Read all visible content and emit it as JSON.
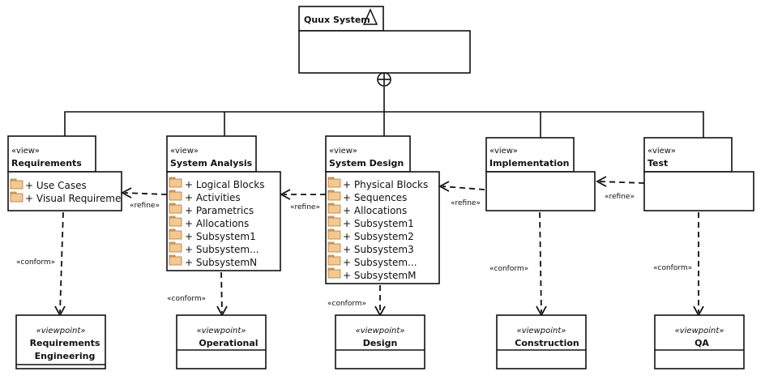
{
  "root": {
    "title": "Quux System"
  },
  "views": [
    {
      "stereotype": "«view»",
      "name": "Requirements",
      "items": [
        "+ Use Cases",
        "+ Visual Requireme"
      ]
    },
    {
      "stereotype": "«view»",
      "name": "System Analysis",
      "items": [
        "+ Logical Blocks",
        "+ Activities",
        "+ Parametrics",
        "+ Allocations",
        "+ Subsystem1",
        "+ Subsystem...",
        "+ SubsystemN"
      ]
    },
    {
      "stereotype": "«view»",
      "name": "System Design",
      "items": [
        "+ Physical Blocks",
        "+ Sequences",
        "+ Allocations",
        "+ Subsystem1",
        "+ Subsystem2",
        "+ Subsystem3",
        "+ Subsystem...",
        "+ SubsystemM"
      ]
    },
    {
      "stereotype": "«view»",
      "name": "Implementation",
      "items": []
    },
    {
      "stereotype": "«view»",
      "name": "Test",
      "items": []
    }
  ],
  "viewpoints": [
    {
      "stereotype": "«viewpoint»",
      "name_lines": [
        "Requirements",
        "Engineering"
      ]
    },
    {
      "stereotype": "«viewpoint»",
      "name_lines": [
        "Operational"
      ]
    },
    {
      "stereotype": "«viewpoint»",
      "name_lines": [
        "Design"
      ]
    },
    {
      "stereotype": "«viewpoint»",
      "name_lines": [
        "Construction"
      ]
    },
    {
      "stereotype": "«viewpoint»",
      "name_lines": [
        "QA"
      ]
    }
  ],
  "relations": {
    "refine": "«refine»",
    "conform": "«conform»"
  },
  "icons": {
    "package_item": "folder-icon",
    "containment": "circle-plus-icon",
    "arrowhead": "open-arrowhead-icon"
  }
}
